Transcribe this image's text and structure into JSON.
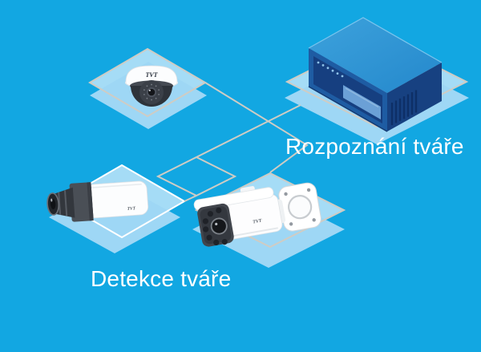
{
  "labels": {
    "face_recognition": "Rozpoznání tváře",
    "face_detection": "Detekce tváře"
  },
  "brand": "TVT",
  "diagram": {
    "nodes": [
      {
        "id": "dome-camera",
        "type": "dome camera",
        "brand": "TVT"
      },
      {
        "id": "box-camera",
        "type": "box camera",
        "brand": "TVT"
      },
      {
        "id": "bullet-camera",
        "type": "bullet camera",
        "brand": "TVT"
      },
      {
        "id": "nvr-server",
        "type": "recognition server / NVR"
      }
    ],
    "edges": [
      [
        "dome-camera",
        "nvr-server"
      ],
      [
        "box-camera",
        "nvr-server"
      ],
      [
        "bullet-camera",
        "nvr-server"
      ]
    ],
    "caption_for_cameras": "Detekce tváře",
    "caption_for_server": "Rozpoznání tváře"
  },
  "colors": {
    "background": "#12a7e2",
    "platform_fill": "#9ed7f5",
    "platform_light": "#bfe5f9",
    "connector_line": "#cfccc4",
    "box_platform_outline": "#ffffff",
    "label_text": "#ffffff",
    "server_top": "#2e96d5",
    "server_front": "#1e5ca3",
    "server_front_inset": "#163f80",
    "server_side": "#174181",
    "camera_white": "#fcfdfe",
    "camera_dark": "#33383f"
  }
}
